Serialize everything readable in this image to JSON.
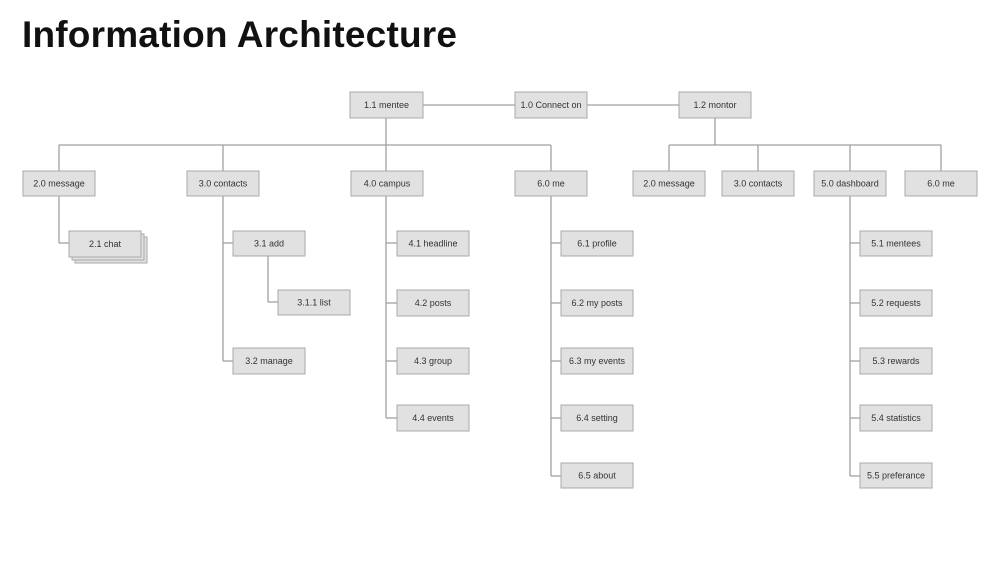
{
  "title": "Information Architecture",
  "nodes": {
    "root": "1.0 Connect on",
    "mentee": "1.1 mentee",
    "mentor": "1.2 montor",
    "m_message": "2.0 message",
    "m_chat": "2.1 chat",
    "m_contacts": "3.0 contacts",
    "m_add": "3.1 add",
    "m_list": "3.1.1 list",
    "m_manage": "3.2 manage",
    "m_campus": "4.0 campus",
    "m_headline": "4.1 headline",
    "m_posts": "4.2 posts",
    "m_group": "4.3 group",
    "m_events": "4.4 events",
    "m_me": "6.0 me",
    "m_profile": "6.1 profile",
    "m_myposts": "6.2 my posts",
    "m_myevents": "6.3 my events",
    "m_setting": "6.4 setting",
    "m_about": "6.5 about",
    "t_message": "2.0 message",
    "t_contacts": "3.0 contacts",
    "t_dashboard": "5.0 dashboard",
    "t_mentees": "5.1 mentees",
    "t_requests": "5.2 requests",
    "t_rewards": "5.3 rewards",
    "t_statistics": "5.4 statistics",
    "t_preferance": "5.5 preferance",
    "t_me": "6.0 me"
  }
}
